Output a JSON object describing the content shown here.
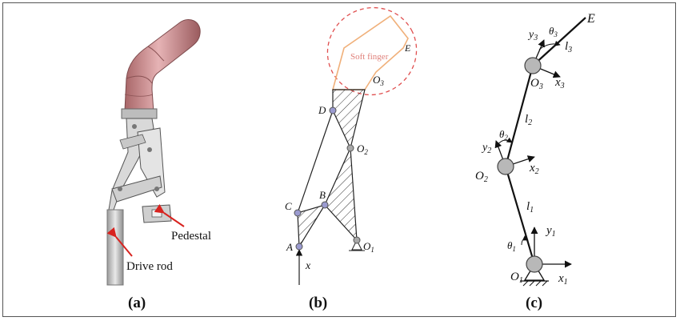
{
  "captions": {
    "a": "(a)",
    "b": "(b)",
    "c": "(c)"
  },
  "panel_a": {
    "pedestal_label": "Pedestal",
    "drive_rod_label": "Drive rod"
  },
  "panel_b": {
    "soft_finger_label": "Soft finger",
    "E": "E",
    "O3": "O",
    "O3_sub": "3",
    "D": "D",
    "O2": "O",
    "O2_sub": "2",
    "C": "C",
    "B": "B",
    "A": "A",
    "O1": "O",
    "O1_sub": "1",
    "x": "x"
  },
  "panel_c": {
    "E": "E",
    "y3": "y",
    "y3_sub": "3",
    "theta3": "θ",
    "theta3_sub": "3",
    "l3": "l",
    "l3_sub": "3",
    "O3": "O",
    "O3_sub": "3",
    "x3": "x",
    "x3_sub": "3",
    "l2": "l",
    "l2_sub": "2",
    "theta2": "θ",
    "theta2_sub": "2",
    "y2": "y",
    "y2_sub": "2",
    "O2": "O",
    "O2_sub": "2",
    "x2": "x",
    "x2_sub": "2",
    "l1": "l",
    "l1_sub": "1",
    "y1": "y",
    "y1_sub": "1",
    "theta1": "θ",
    "theta1_sub": "1",
    "O1": "O",
    "O1_sub": "1",
    "x1": "x",
    "x1_sub": "1"
  },
  "colors": {
    "finger": "#c98a8c",
    "soft_finger_outline": "#f0b07a",
    "dashed_ellipse": "#e05050",
    "arrow_red": "#d8231f"
  }
}
